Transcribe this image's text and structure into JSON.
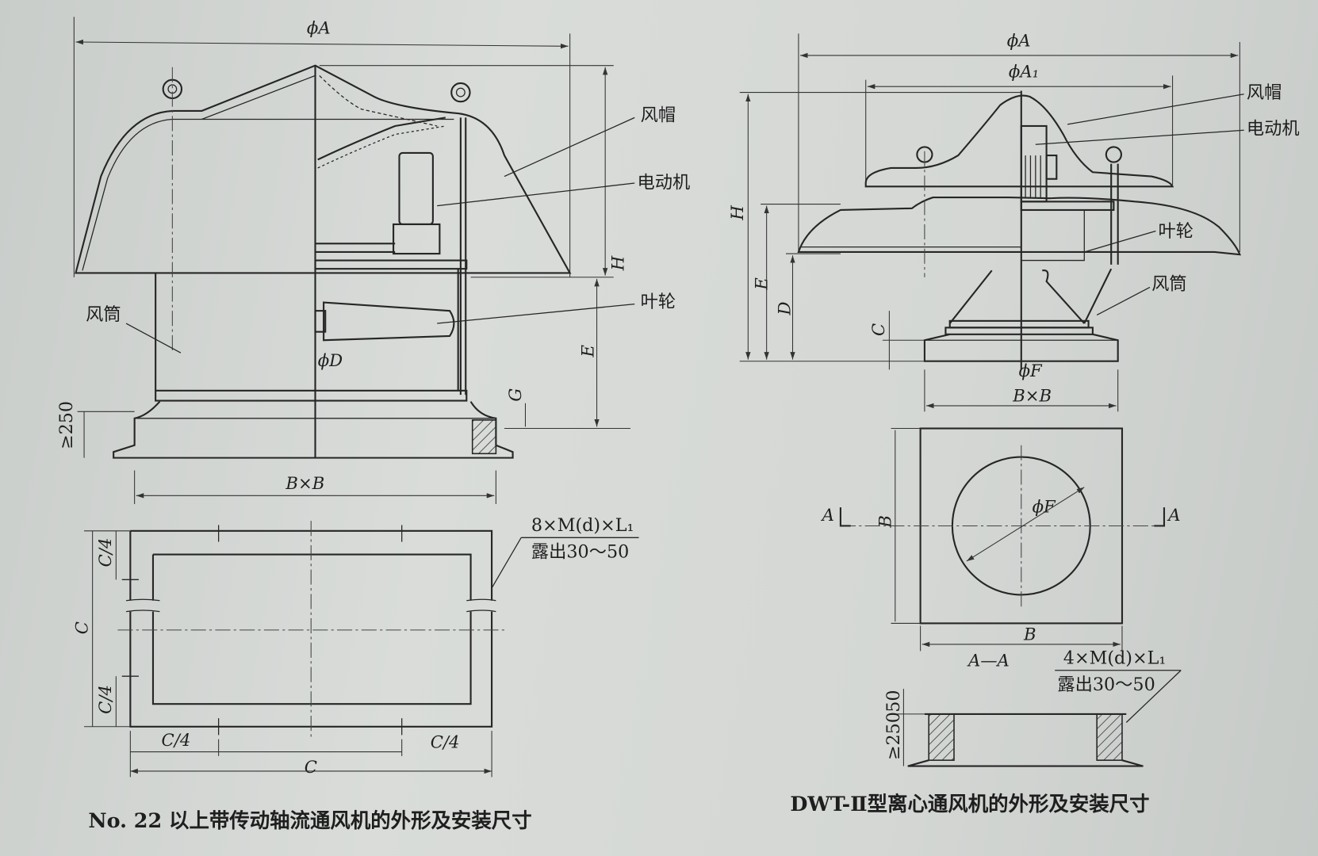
{
  "left_figure": {
    "caption": "No. 22 以上带传动轴流通风机的外形及安装尺寸",
    "labels": {
      "cap": "风帽",
      "motor": "电动机",
      "impeller": "叶轮",
      "duct": "风筒"
    },
    "dims": {
      "phiA": "ϕA",
      "phiD": "ϕD",
      "H": "H",
      "E": "E",
      "G": "G",
      "min250": "≥250",
      "BxB": "B×B",
      "C4_a": "C/4",
      "C": "C",
      "C4_b": "C/4",
      "C4_c": "C/4",
      "C4_d": "C/4",
      "C_bottom": "C"
    },
    "bolt_note": "8×M(d)×L₁",
    "bolt_expose": "露出30～50"
  },
  "right_figure": {
    "caption": "DWT-Ⅱ型离心通风机的外形及安装尺寸",
    "labels": {
      "cap": "风帽",
      "motor": "电动机",
      "impeller": "叶轮",
      "duct": "风筒"
    },
    "dims": {
      "phiA": "ϕA",
      "phiA1": "ϕA₁",
      "H": "H",
      "E": "E",
      "D": "D",
      "C": "C",
      "phiF": "ϕF",
      "BxB": "B×B",
      "phiF_plan": "ϕF",
      "B_side": "B",
      "B_bottom": "B",
      "A_left": "A",
      "A_right": "A",
      "section": "A—A",
      "dim50": "50",
      "min250": "≥250"
    },
    "bolt_note": "4×M(d)×L₁",
    "bolt_expose": "露出30～50"
  }
}
